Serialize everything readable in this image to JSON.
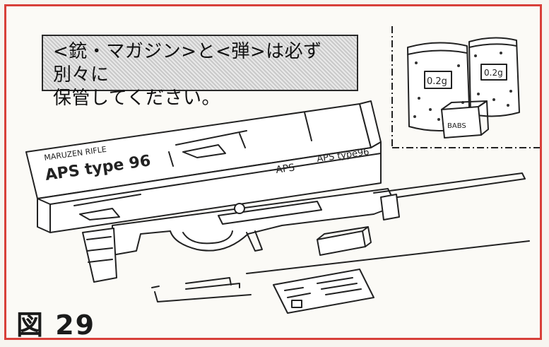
{
  "notice": {
    "line1": "<銃・マガジン>と<弾>は必ず別々に",
    "line2": "保管してください。"
  },
  "figure_label": "図 29",
  "product_box": {
    "maker_text": "MARUZEN RIFLE",
    "brand_large": "APS type 96",
    "logo": "APS",
    "side_brand": "APS type96"
  },
  "bb_bags": {
    "bag_front_label": "0.2g",
    "bag_back_label": "0.2g",
    "small_box_label": "BABS"
  }
}
